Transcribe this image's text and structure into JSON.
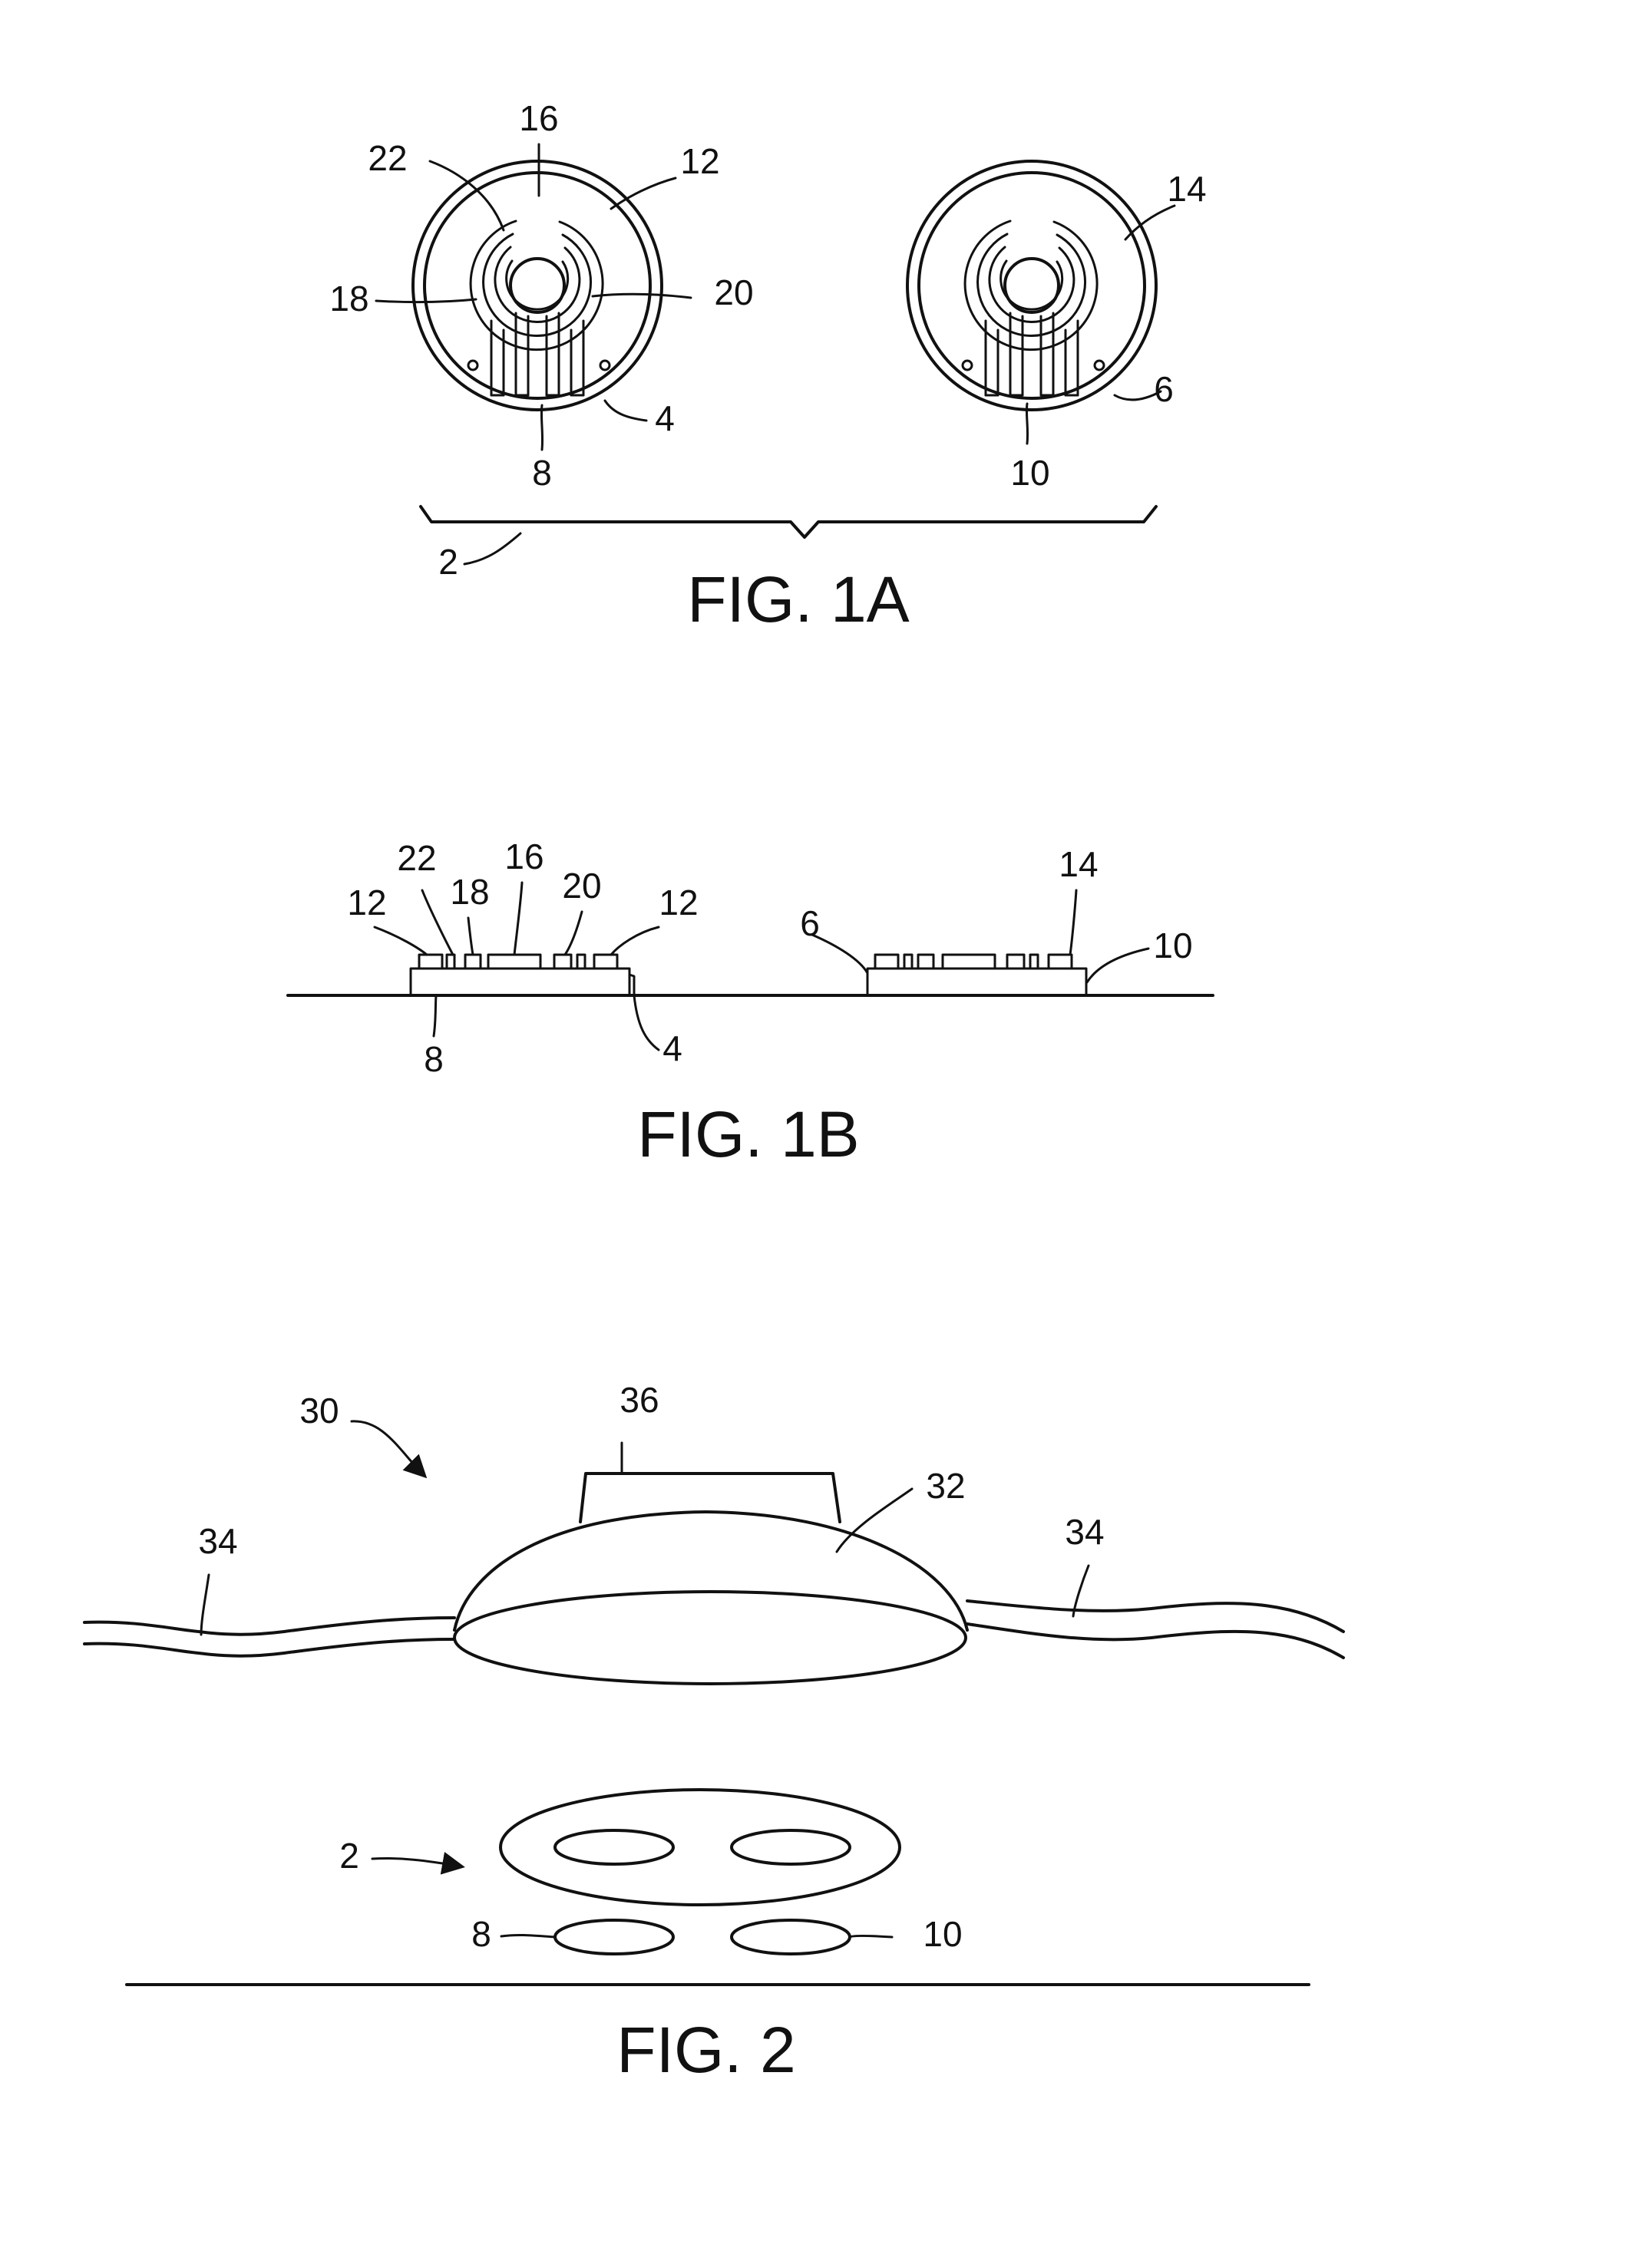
{
  "colors": {
    "ink": "#111111",
    "paper": "#ffffff"
  },
  "fig1a": {
    "caption": "FIG. 1A",
    "labels": {
      "l16": "16",
      "l22": "22",
      "l12": "12",
      "l18": "18",
      "l20": "20",
      "l4": "4",
      "l8": "8",
      "l14": "14",
      "l6": "6",
      "l10": "10",
      "l2": "2"
    }
  },
  "fig1b": {
    "caption": "FIG. 1B",
    "labels": {
      "l22": "22",
      "l16": "16",
      "l12a": "12",
      "l18": "18",
      "l20": "20",
      "l12b": "12",
      "l8": "8",
      "l4": "4",
      "l14": "14",
      "l6": "6",
      "l10": "10"
    }
  },
  "fig2": {
    "caption": "FIG. 2",
    "labels": {
      "l30": "30",
      "l36": "36",
      "l32": "32",
      "l34a": "34",
      "l34b": "34",
      "l2": "2",
      "l8": "8",
      "l10": "10"
    }
  }
}
